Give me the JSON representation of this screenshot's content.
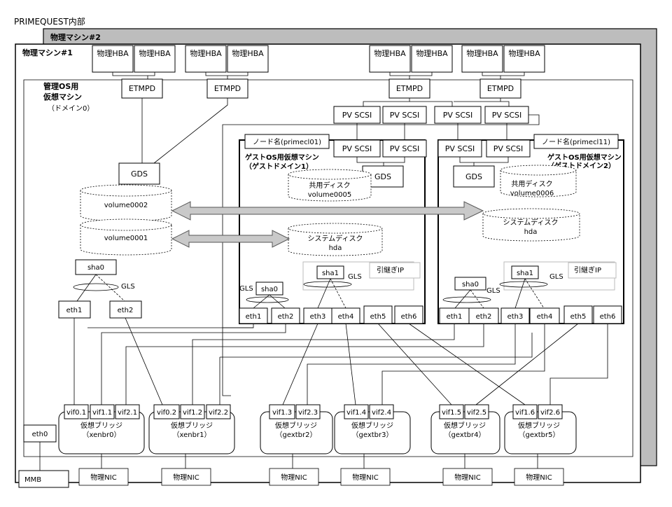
{
  "diagram": {
    "title": "PRIMEQUEST内部",
    "machine2_label": "物理マシン#2",
    "machine1_label": "物理マシン#1",
    "mgmt_vm_label_lines": [
      "管理OS用",
      "仮想マシン",
      "（ドメイン0）"
    ],
    "physical_hbas": [
      "物理HBA",
      "物理HBA",
      "物理HBA",
      "物理HBA",
      "物理HBA",
      "物理HBA",
      "物理HBA",
      "物理HBA"
    ],
    "etmpd_boxes": [
      "ETMPD",
      "ETMPD",
      "ETMPD",
      "ETMPD"
    ],
    "pvscsi_top": [
      "PV SCSI",
      "PV SCSI",
      "PV SCSI",
      "PV SCSI"
    ],
    "pvscsi_guest1": [
      "PV SCSI",
      "PV SCSI"
    ],
    "pvscsi_guest2": [
      "PV SCSI",
      "PV SCSI"
    ],
    "node_name1": "ノード名(primecl01)",
    "node_name2": "ノード名(primecl11)",
    "guest1_label_lines": [
      "ゲストOS用仮想マシン",
      "（ゲストドメイン1）"
    ],
    "guest2_label_lines": [
      "ゲストOS用仮想マシン",
      "（ゲストドメイン2）"
    ],
    "gds_labels": [
      "GDS",
      "GDS",
      "GDS"
    ],
    "mgmt_volumes": [
      "volume0002",
      "volume0001"
    ],
    "shared_disk1_lines": [
      "共用ディスク",
      "volume0005"
    ],
    "shared_disk2_lines": [
      "共用ディスク",
      "volume0006"
    ],
    "system_disk1_lines": [
      "システムディスク",
      "hda"
    ],
    "system_disk2_lines": [
      "システムディスク",
      "hda"
    ],
    "mgmt_net": {
      "sha": "sha0",
      "gls": "GLS",
      "eth": [
        "eth1",
        "eth2"
      ]
    },
    "guest1_net": {
      "sha_left": "sha0",
      "gls_left": "GLS",
      "sha_right": "sha1",
      "gls_right": "GLS",
      "takeover_ip": "引継ぎIP",
      "eth": [
        "eth1",
        "eth2",
        "eth3",
        "eth4",
        "eth5",
        "eth6"
      ]
    },
    "guest2_net": {
      "sha_left": "sha0",
      "gls_left": "GLS",
      "sha_right": "sha1",
      "gls_right": "GLS",
      "takeover_ip": "引継ぎIP",
      "eth": [
        "eth1",
        "eth2",
        "eth3",
        "eth4",
        "eth5",
        "eth6"
      ]
    },
    "bridges": [
      {
        "vifs": [
          "vif0.1",
          "vif1.1",
          "vif2.1"
        ],
        "label": "仮想ブリッジ",
        "name": "（xenbr0）"
      },
      {
        "vifs": [
          "vif0.2",
          "vif1.2",
          "vif2.2"
        ],
        "label": "仮想ブリッジ",
        "name": "（xenbr1）"
      },
      {
        "vifs": [
          "vif1.3",
          "vif2.3"
        ],
        "label": "仮想ブリッジ",
        "name": "（gextbr2）"
      },
      {
        "vifs": [
          "vif1.4",
          "vif2.4"
        ],
        "label": "仮想ブリッジ",
        "name": "（gextbr3）"
      },
      {
        "vifs": [
          "vif1.5",
          "vif2.5"
        ],
        "label": "仮想ブリッジ",
        "name": "（gextbr4）"
      },
      {
        "vifs": [
          "vif1.6",
          "vif2.6"
        ],
        "label": "仮想ブリッジ",
        "name": "（gextbr5）"
      }
    ],
    "eth0": "eth0",
    "mmb": "MMB",
    "physical_nics": [
      "物理NIC",
      "物理NIC",
      "物理NIC",
      "物理NIC",
      "物理NIC",
      "物理NIC"
    ]
  }
}
